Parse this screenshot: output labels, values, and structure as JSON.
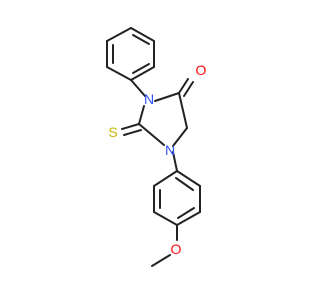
{
  "molecule": {
    "atoms": {
      "o_carbonyl": {
        "label": "O",
        "color": "#ff0d0d"
      },
      "n3": {
        "label": "N",
        "color": "#3050f8"
      },
      "n1": {
        "label": "N",
        "color": "#3050f8"
      },
      "s_thione": {
        "label": "S",
        "color": "#c8b400"
      },
      "o_methoxy": {
        "label": "O",
        "color": "#ff0d0d"
      }
    },
    "bond_color": "#222222",
    "background": "#ffffff"
  }
}
